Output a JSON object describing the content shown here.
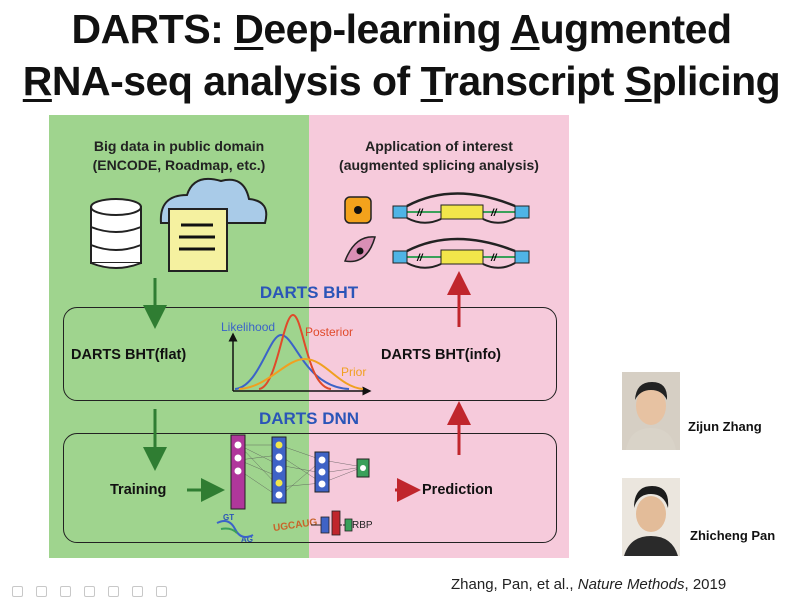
{
  "title": {
    "line1": [
      {
        "text": "DARTS: ",
        "u": false
      },
      {
        "text": "D",
        "u": true
      },
      {
        "text": "eep-learning ",
        "u": false
      },
      {
        "text": "A",
        "u": true
      },
      {
        "text": "ugmented",
        "u": false
      }
    ],
    "line2": [
      {
        "text": "R",
        "u": true
      },
      {
        "text": "NA-seq analysis of ",
        "u": false
      },
      {
        "text": "T",
        "u": true
      },
      {
        "text": "ranscript ",
        "u": false
      },
      {
        "text": "S",
        "u": true
      },
      {
        "text": "plicing",
        "u": false
      }
    ]
  },
  "figure": {
    "left_heading_1": "Big data in public domain",
    "left_heading_2": "(ENCODE, Roadmap, etc.)",
    "right_heading_1": "Application of interest",
    "right_heading_2": "(augmented splicing analysis)",
    "bht_title": "DARTS BHT",
    "bht_flat": "DARTS BHT(flat)",
    "bht_info": "DARTS BHT(info)",
    "curve_likelihood": "Likelihood",
    "curve_posterior": "Posterior",
    "curve_prior": "Prior",
    "dnn_title": "DARTS DNN",
    "training": "Training",
    "prediction": "Prediction",
    "seq_gt": "GT",
    "seq_ag": "AG",
    "seq_motif": "UGCAUG",
    "rbp": "RBP",
    "colors": {
      "green_bg": "#9fd48e",
      "pink_bg": "#f6cadb",
      "darts_blue": "#2b55b8",
      "arrow_green": "#2f7d32",
      "arrow_red": "#c0262c",
      "likelihood": "#3b63c8",
      "posterior": "#e04a2a",
      "prior": "#f0a020",
      "layer_magenta": "#b0379b",
      "layer_blue": "#3f63c6",
      "layer_green": "#3aa05a",
      "exon_blue": "#4fb4e6",
      "exon_yellow": "#f2e64a"
    }
  },
  "people": [
    {
      "name": "Zijun Zhang"
    },
    {
      "name": "Zhicheng Pan"
    }
  ],
  "citation": {
    "prefix": "Zhang, Pan, et al., ",
    "journal": "Nature Methods",
    "suffix": ", 2019"
  }
}
